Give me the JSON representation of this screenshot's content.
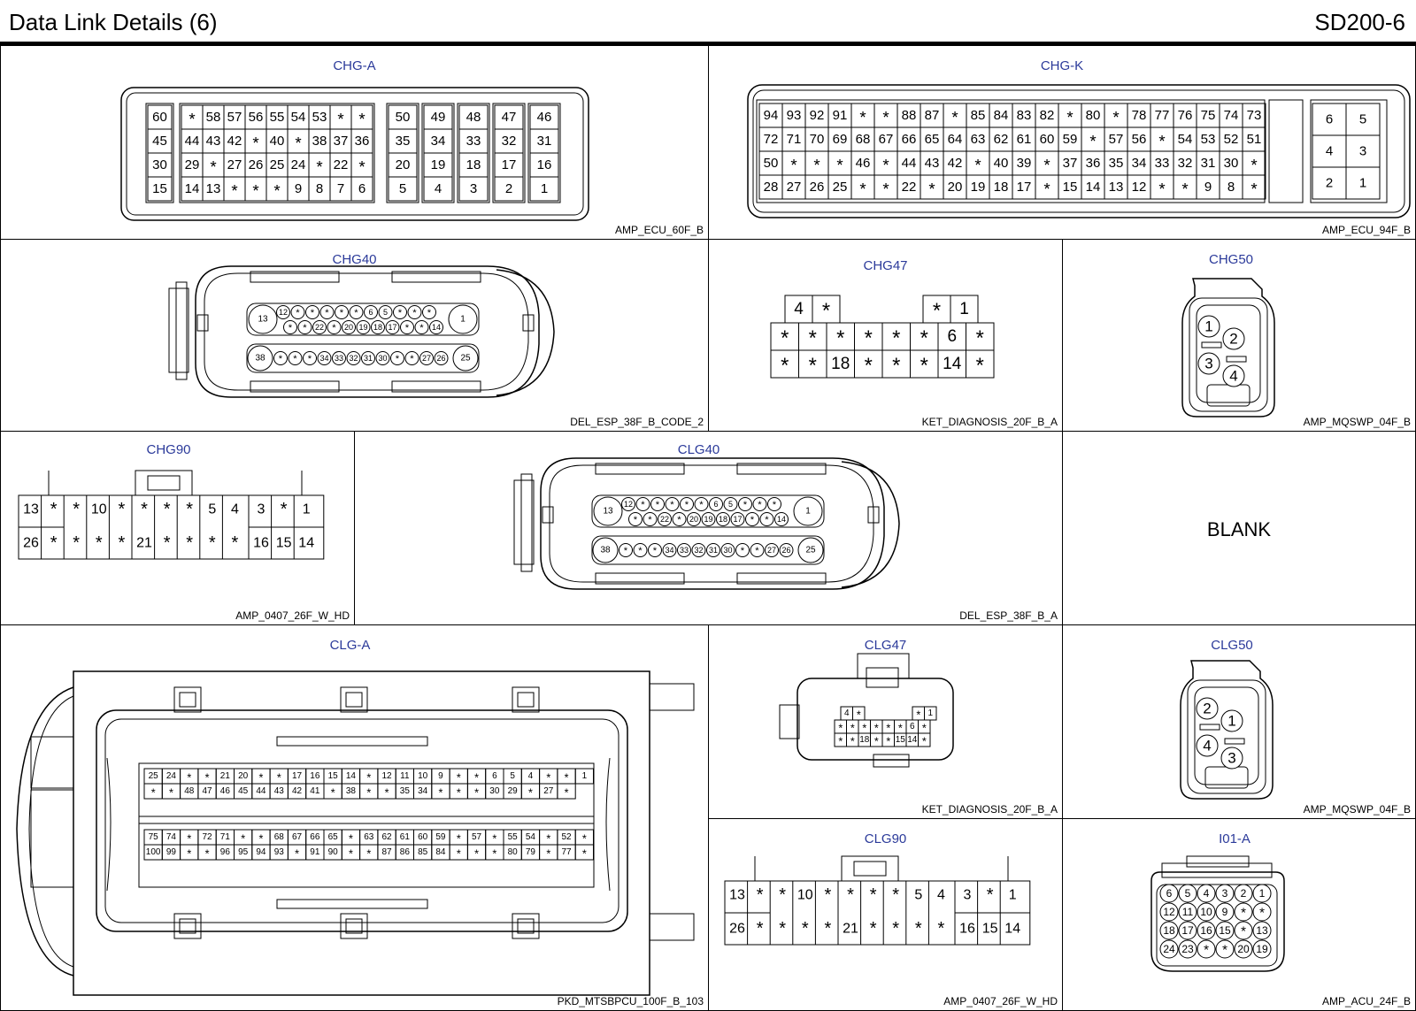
{
  "header": {
    "title": "Data Link Details (6)",
    "code": "SD200-6"
  },
  "connectors": {
    "chg_a": {
      "name": "CHG-A",
      "type": "AMP_ECU_60F_B",
      "rows": [
        [
          "60",
          "*",
          "58",
          "57",
          "56",
          "55",
          "54",
          "53",
          "*",
          "*",
          "50",
          "49",
          "48",
          "47",
          "46"
        ],
        [
          "45",
          "44",
          "43",
          "42",
          "*",
          "40",
          "*",
          "38",
          "37",
          "36",
          "35",
          "34",
          "33",
          "32",
          "31"
        ],
        [
          "30",
          "29",
          "*",
          "27",
          "26",
          "25",
          "24",
          "*",
          "22",
          "*",
          "20",
          "19",
          "18",
          "17",
          "16"
        ],
        [
          "15",
          "14",
          "13",
          "*",
          "*",
          "*",
          "9",
          "8",
          "7",
          "6",
          "5",
          "4",
          "3",
          "2",
          "1"
        ]
      ]
    },
    "chg_k": {
      "name": "CHG-K",
      "type": "AMP_ECU_94F_B",
      "rows": [
        [
          "94",
          "93",
          "92",
          "91",
          "*",
          "*",
          "88",
          "87",
          "*",
          "85",
          "84",
          "83",
          "82",
          "*",
          "80",
          "*",
          "78",
          "77",
          "76",
          "75",
          "74",
          "73",
          "6",
          "5"
        ],
        [
          "72",
          "71",
          "70",
          "69",
          "68",
          "67",
          "66",
          "65",
          "64",
          "63",
          "62",
          "61",
          "60",
          "59",
          "*",
          "57",
          "56",
          "*",
          "54",
          "53",
          "52",
          "51",
          "4",
          "3"
        ],
        [
          "50",
          "*",
          "*",
          "*",
          "46",
          "*",
          "44",
          "43",
          "42",
          "*",
          "40",
          "39",
          "*",
          "37",
          "36",
          "35",
          "34",
          "33",
          "32",
          "31",
          "30",
          "*",
          "2",
          "1"
        ],
        [
          "28",
          "27",
          "26",
          "25",
          "*",
          "*",
          "22",
          "*",
          "20",
          "19",
          "18",
          "17",
          "*",
          "15",
          "14",
          "13",
          "12",
          "*",
          "*",
          "9",
          "8",
          "*"
        ]
      ]
    },
    "chg40": {
      "name": "CHG40",
      "type": "DEL_ESP_38F_B_CODE_2",
      "big": [
        "13",
        "1",
        "38",
        "25"
      ],
      "row1": [
        "12",
        "*",
        "*",
        "*",
        "*",
        "*",
        "6",
        "5",
        "*",
        "*",
        "*"
      ],
      "row2": [
        "*",
        "*",
        "22",
        "*",
        "20",
        "19",
        "18",
        "17",
        "*",
        "*",
        "14"
      ],
      "row3": [
        "*",
        "*",
        "*",
        "34",
        "33",
        "32",
        "31",
        "30",
        "*",
        "*",
        "27",
        "26"
      ]
    },
    "chg47": {
      "name": "CHG47",
      "type": "KET_DIAGNOSIS_20F_B_A",
      "top": [
        "4",
        "*",
        "*",
        "1"
      ],
      "row1": [
        "*",
        "*",
        "*",
        "*",
        "*",
        "*",
        "6",
        "*"
      ],
      "row2": [
        "*",
        "*",
        "18",
        "*",
        "*",
        "*",
        "14",
        "*"
      ]
    },
    "chg50": {
      "name": "CHG50",
      "type": "AMP_MQSWP_04F_B",
      "pins": [
        "1",
        "2",
        "3",
        "4"
      ]
    },
    "chg90": {
      "name": "CHG90",
      "type": "AMP_0407_26F_W_HD",
      "row1": [
        "13",
        "*",
        "*",
        "10",
        "*",
        "*",
        "*",
        "*",
        "5",
        "4",
        "3",
        "*",
        "1"
      ],
      "row2": [
        "26",
        "*",
        "*",
        "*",
        "*",
        "21",
        "*",
        "*",
        "*",
        "*",
        "16",
        "15",
        "14"
      ]
    },
    "clg40": {
      "name": "CLG40",
      "type": "DEL_ESP_38F_B_A",
      "big": [
        "13",
        "1",
        "38",
        "25"
      ],
      "row1": [
        "12",
        "*",
        "*",
        "*",
        "*",
        "*",
        "6",
        "5",
        "*",
        "*",
        "*"
      ],
      "row2": [
        "*",
        "*",
        "22",
        "*",
        "20",
        "19",
        "18",
        "17",
        "*",
        "*",
        "14"
      ],
      "row3": [
        "*",
        "*",
        "*",
        "34",
        "33",
        "32",
        "31",
        "30",
        "*",
        "*",
        "27",
        "26"
      ]
    },
    "blank": {
      "text": "BLANK"
    },
    "clg_a": {
      "name": "CLG-A",
      "type": "PKD_MTSBPCU_100F_B_103",
      "rows": [
        [
          "25",
          "24",
          "*",
          "*",
          "21",
          "20",
          "*",
          "*",
          "17",
          "16",
          "15",
          "14",
          "*",
          "12",
          "11",
          "10",
          "9",
          "*",
          "*",
          "6",
          "5",
          "4",
          "*",
          "*",
          "1"
        ],
        [
          "*",
          "*",
          "48",
          "47",
          "46",
          "45",
          "44",
          "43",
          "42",
          "41",
          "*",
          "38",
          "*",
          "*",
          "35",
          "34",
          "*",
          "*",
          "*",
          "30",
          "29",
          "*",
          "27",
          "*"
        ],
        [
          "75",
          "74",
          "*",
          "72",
          "71",
          "*",
          "*",
          "68",
          "67",
          "66",
          "65",
          "*",
          "63",
          "62",
          "61",
          "60",
          "59",
          "*",
          "57",
          "*",
          "55",
          "54",
          "*",
          "52",
          "*"
        ],
        [
          "100",
          "99",
          "*",
          "*",
          "96",
          "95",
          "94",
          "93",
          "*",
          "91",
          "90",
          "*",
          "*",
          "87",
          "86",
          "85",
          "84",
          "*",
          "*",
          "*",
          "80",
          "79",
          "*",
          "77",
          "*"
        ]
      ]
    },
    "clg47": {
      "name": "CLG47",
      "type": "KET_DIAGNOSIS_20F_B_A",
      "top": [
        "4",
        "*",
        "*",
        "1"
      ],
      "row1": [
        "*",
        "*",
        "*",
        "*",
        "*",
        "*",
        "6",
        "*"
      ],
      "row2": [
        "*",
        "*",
        "18",
        "*",
        "*",
        "15",
        "14",
        "*"
      ]
    },
    "clg50": {
      "name": "CLG50",
      "type": "AMP_MQSWP_04F_B",
      "pins": [
        "2",
        "1",
        "4",
        "3"
      ]
    },
    "clg90": {
      "name": "CLG90",
      "type": "AMP_0407_26F_W_HD",
      "row1": [
        "13",
        "*",
        "*",
        "10",
        "*",
        "*",
        "*",
        "*",
        "5",
        "4",
        "3",
        "*",
        "1"
      ],
      "row2": [
        "26",
        "*",
        "*",
        "*",
        "*",
        "21",
        "*",
        "*",
        "*",
        "*",
        "16",
        "15",
        "14"
      ]
    },
    "i01_a": {
      "name": "I01-A",
      "type": "AMP_ACU_24F_B",
      "rows": [
        [
          "6",
          "5",
          "4",
          "3",
          "2",
          "1"
        ],
        [
          "12",
          "11",
          "10",
          "9",
          "*",
          "*"
        ],
        [
          "18",
          "17",
          "16",
          "15",
          "*",
          "13"
        ],
        [
          "24",
          "23",
          "*",
          "*",
          "20",
          "19"
        ]
      ]
    }
  }
}
